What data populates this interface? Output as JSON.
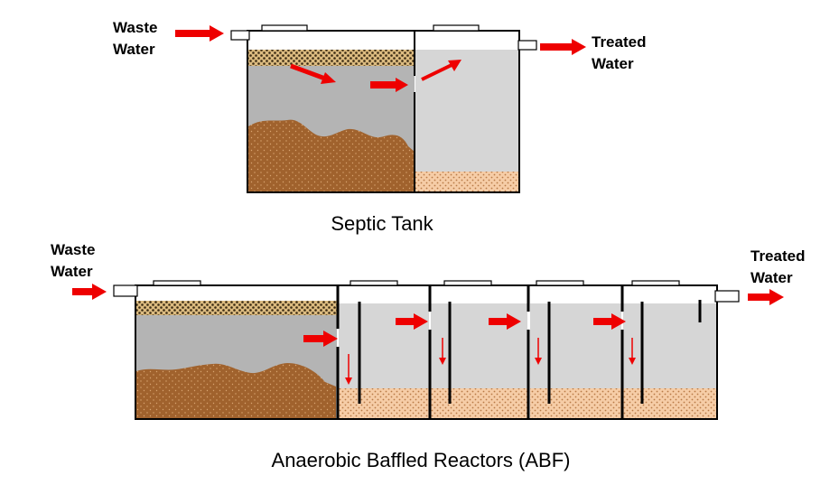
{
  "septic_tank": {
    "caption": "Septic Tank",
    "inlet_label": [
      "Waste",
      "Water"
    ],
    "outlet_label": [
      "Treated",
      "Water"
    ]
  },
  "abr": {
    "caption": "Anaerobic Baffled Reactors (ABF)",
    "inlet_label": [
      "Waste",
      "Water"
    ],
    "outlet_label": [
      "Treated",
      "Water"
    ]
  },
  "colors": {
    "liquid_dark": "#b4b4b4",
    "liquid_light": "#d6d6d6",
    "sludge": "#a0622d",
    "sludge_light": "#f4c9a3",
    "scum": "#d1ad72",
    "arrow": "#ee0000"
  }
}
